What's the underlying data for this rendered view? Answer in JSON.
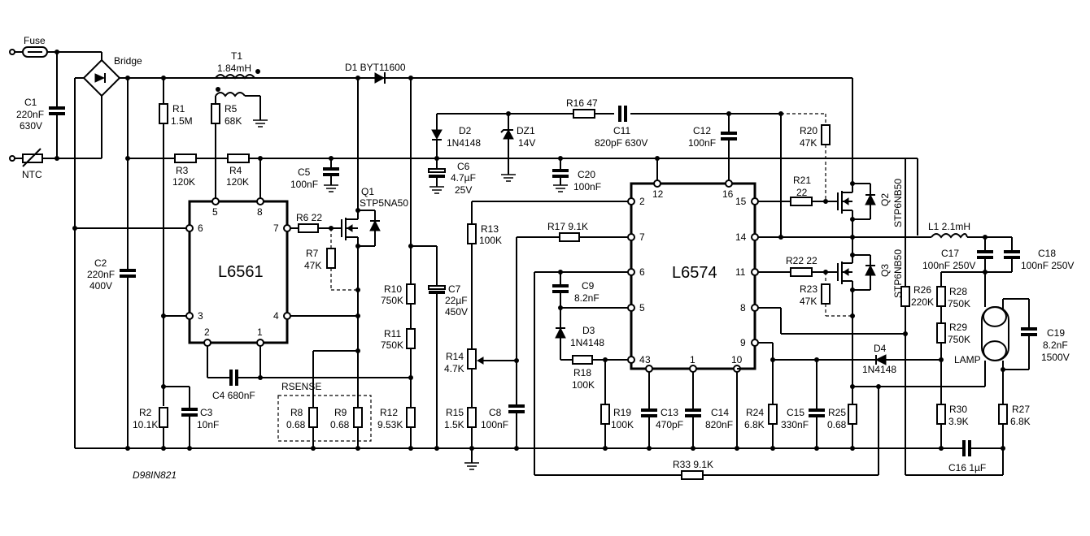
{
  "diagram": {
    "title_code": "D98IN821",
    "ics": {
      "pfc": "L6561",
      "ballast": "L6574"
    },
    "input": {
      "fuse": "Fuse",
      "ntc": "NTC",
      "bridge": "Bridge",
      "c1": [
        "C1",
        "220nF",
        "630V"
      ],
      "c2": [
        "C2",
        "220nF",
        "400V"
      ]
    },
    "pfc_section": {
      "t1": [
        "T1",
        "1.84mH"
      ],
      "d1": "D1 BYT11600",
      "r1": [
        "R1",
        "1.5M"
      ],
      "r2": [
        "R2",
        "10.1K"
      ],
      "r3": [
        "R3",
        "120K"
      ],
      "r4": [
        "R4",
        "120K"
      ],
      "r5": [
        "R5",
        "68K"
      ],
      "r6": "R6 22",
      "r7": [
        "R7",
        "47K"
      ],
      "r8": [
        "R8",
        "0.68"
      ],
      "r9": [
        "R9",
        "0.68"
      ],
      "r10": [
        "R10",
        "750K"
      ],
      "r11": [
        "R11",
        "750K"
      ],
      "r12": [
        "R12",
        "9.53K"
      ],
      "c3": [
        "C3",
        "10nF"
      ],
      "c4": "C4 680nF",
      "c5": [
        "C5",
        "100nF"
      ],
      "c7": [
        "C7",
        "22µF",
        "450V"
      ],
      "q1": [
        "Q1",
        "STP5NA50"
      ],
      "rsense": "RSENSE"
    },
    "ballast_section": {
      "d2": [
        "D2",
        "1N4148"
      ],
      "dz1": [
        "DZ1",
        "14V"
      ],
      "c6": [
        "C6",
        "4.7µF",
        "25V"
      ],
      "c20": [
        "C20",
        "100nF"
      ],
      "r16": "R16 47",
      "c11": [
        "C11",
        "820pF 630V"
      ],
      "c12": [
        "C12",
        "100nF"
      ],
      "r13": [
        "R13",
        "100K"
      ],
      "r14": [
        "R14",
        "4.7K"
      ],
      "r15": [
        "R15",
        "1.5K"
      ],
      "c8": [
        "C8",
        "100nF"
      ],
      "r17": "R17 9.1K",
      "c9": [
        "C9",
        "8.2nF"
      ],
      "d3": [
        "D3",
        "1N4148"
      ],
      "r18": [
        "R18",
        "100K"
      ],
      "r19": [
        "R19",
        "100K"
      ],
      "c13": [
        "C13",
        "470pF"
      ],
      "c14": [
        "C14",
        "820nF"
      ],
      "r20": [
        "R20",
        "47K"
      ],
      "r21": [
        "R21",
        "22"
      ],
      "r22": "R22 22",
      "r23": [
        "R23",
        "47K"
      ],
      "q2": [
        "Q2",
        "STP6NB50"
      ],
      "q3": [
        "Q3",
        "STP6NB50"
      ],
      "r24": [
        "R24",
        "6.8K"
      ],
      "c15": [
        "C15",
        "330nF"
      ],
      "r25": [
        "R25",
        "0.68"
      ],
      "d4": [
        "D4",
        "1N4148"
      ],
      "r26": [
        "R26",
        "220K"
      ],
      "r33": "R33 9.1K"
    },
    "output": {
      "l1": "L1 2.1mH",
      "c17": [
        "C17",
        "100nF 250V"
      ],
      "c18": [
        "C18",
        "100nF 250V"
      ],
      "r28": [
        "R28",
        "750K"
      ],
      "r29": [
        "R29",
        "750K"
      ],
      "c19": [
        "C19",
        "8.2nF",
        "1500V"
      ],
      "lamp": "LAMP",
      "r30": [
        "R30",
        "3.9K"
      ],
      "r27": [
        "R27",
        "6.8K"
      ],
      "c16": "C16 1µF"
    },
    "l6561_pins": [
      "5",
      "8",
      "6",
      "7",
      "3",
      "4",
      "2",
      "1"
    ],
    "l6574_pins": [
      "12",
      "16",
      "2",
      "15",
      "7",
      "14",
      "6",
      "11",
      "5",
      "8",
      "9",
      "4",
      "3",
      "1",
      "10"
    ]
  }
}
